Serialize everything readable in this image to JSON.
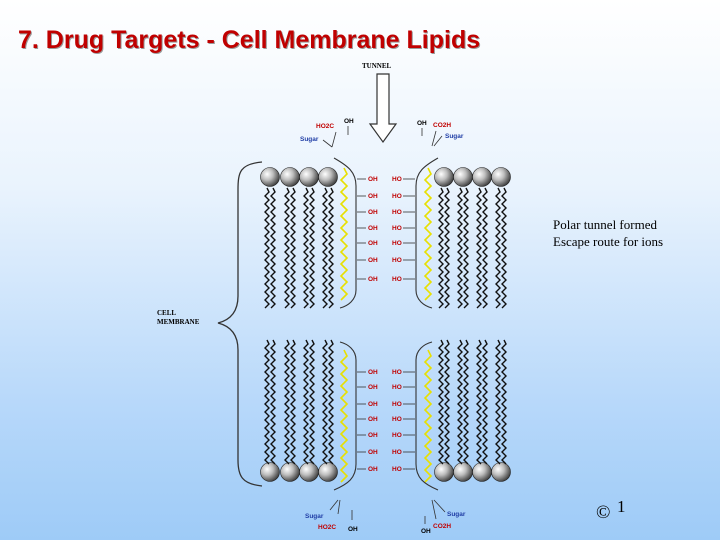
{
  "title": "7. Drug Targets - Cell Membrane Lipids",
  "caption": {
    "line1": "Polar tunnel formed",
    "line2": "Escape route for ions"
  },
  "slide_number": "1",
  "copyright": "©",
  "diagram": {
    "tunnel_label": "TUNNEL",
    "membrane_label_1": "CELL",
    "membrane_label_2": "MEMBRANE",
    "top_left": {
      "ho2c": "HO2C",
      "oh": "OH",
      "sugar": "Sugar"
    },
    "top_right": {
      "oh": "OH",
      "co2h": "CO2H",
      "sugar": "Sugar"
    },
    "bottom_left": {
      "sugar": "Sugar",
      "ho2c": "HO2C",
      "oh": "OH"
    },
    "bottom_right": {
      "sugar": "Sugar",
      "co2h": "CO2H",
      "oh": "OH"
    },
    "oh_label": "OH",
    "ho_label": "HO",
    "colors": {
      "label_red": "#c00000",
      "label_blue": "#1f3da6",
      "yellow_chain": "#e8e000"
    }
  }
}
